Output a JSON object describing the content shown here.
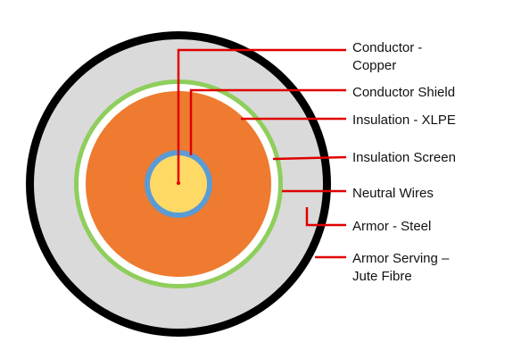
{
  "labels": {
    "conductor_line1": "Conductor -",
    "conductor_line2": "Copper",
    "conductor_shield": "Conductor Shield",
    "insulation": "Insulation - XLPE",
    "insulation_screen": "Insulation Screen",
    "neutral_wires": "Neutral Wires",
    "armor": "Armor - Steel",
    "armor_serving_line1": "Armor Serving –",
    "armor_serving_line2": "Jute Fibre"
  },
  "colors": {
    "outer_jacket": "#000000",
    "armor_fill": "#dadada",
    "neutral_band": "#8fce5c",
    "insulation_screen": "#ffffff",
    "insulation": "#ee7b30",
    "conductor_shield": "#5b9bd5",
    "conductor": "#ffd966",
    "leader": "#e00000"
  }
}
